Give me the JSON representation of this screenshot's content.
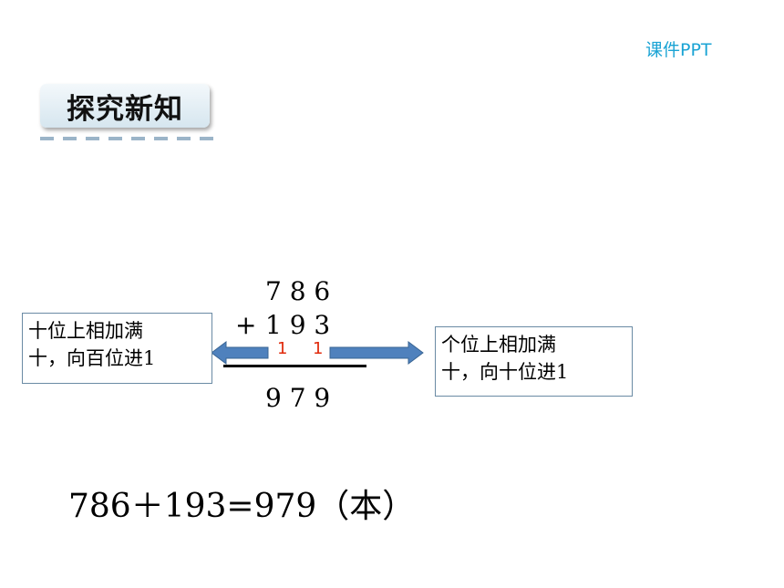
{
  "watermark": "课件PPT",
  "section_title": "探究新知",
  "vertical_addition": {
    "addend_top": "7 8 6",
    "operator": "+",
    "addend_bottom": "1 9 3",
    "carries": [
      "1",
      "1"
    ],
    "sum": "9 7 9"
  },
  "notes": {
    "left_line1": "十位上相加满",
    "left_line2": "十，向百位进1",
    "right_line1": "个位上相加满",
    "right_line2": "十，向十位进1"
  },
  "equation": "786＋193=979（本）",
  "colors": {
    "watermark": "#1aa3d4",
    "carry": "#e02a0c",
    "arrow": "#4f81bd"
  }
}
